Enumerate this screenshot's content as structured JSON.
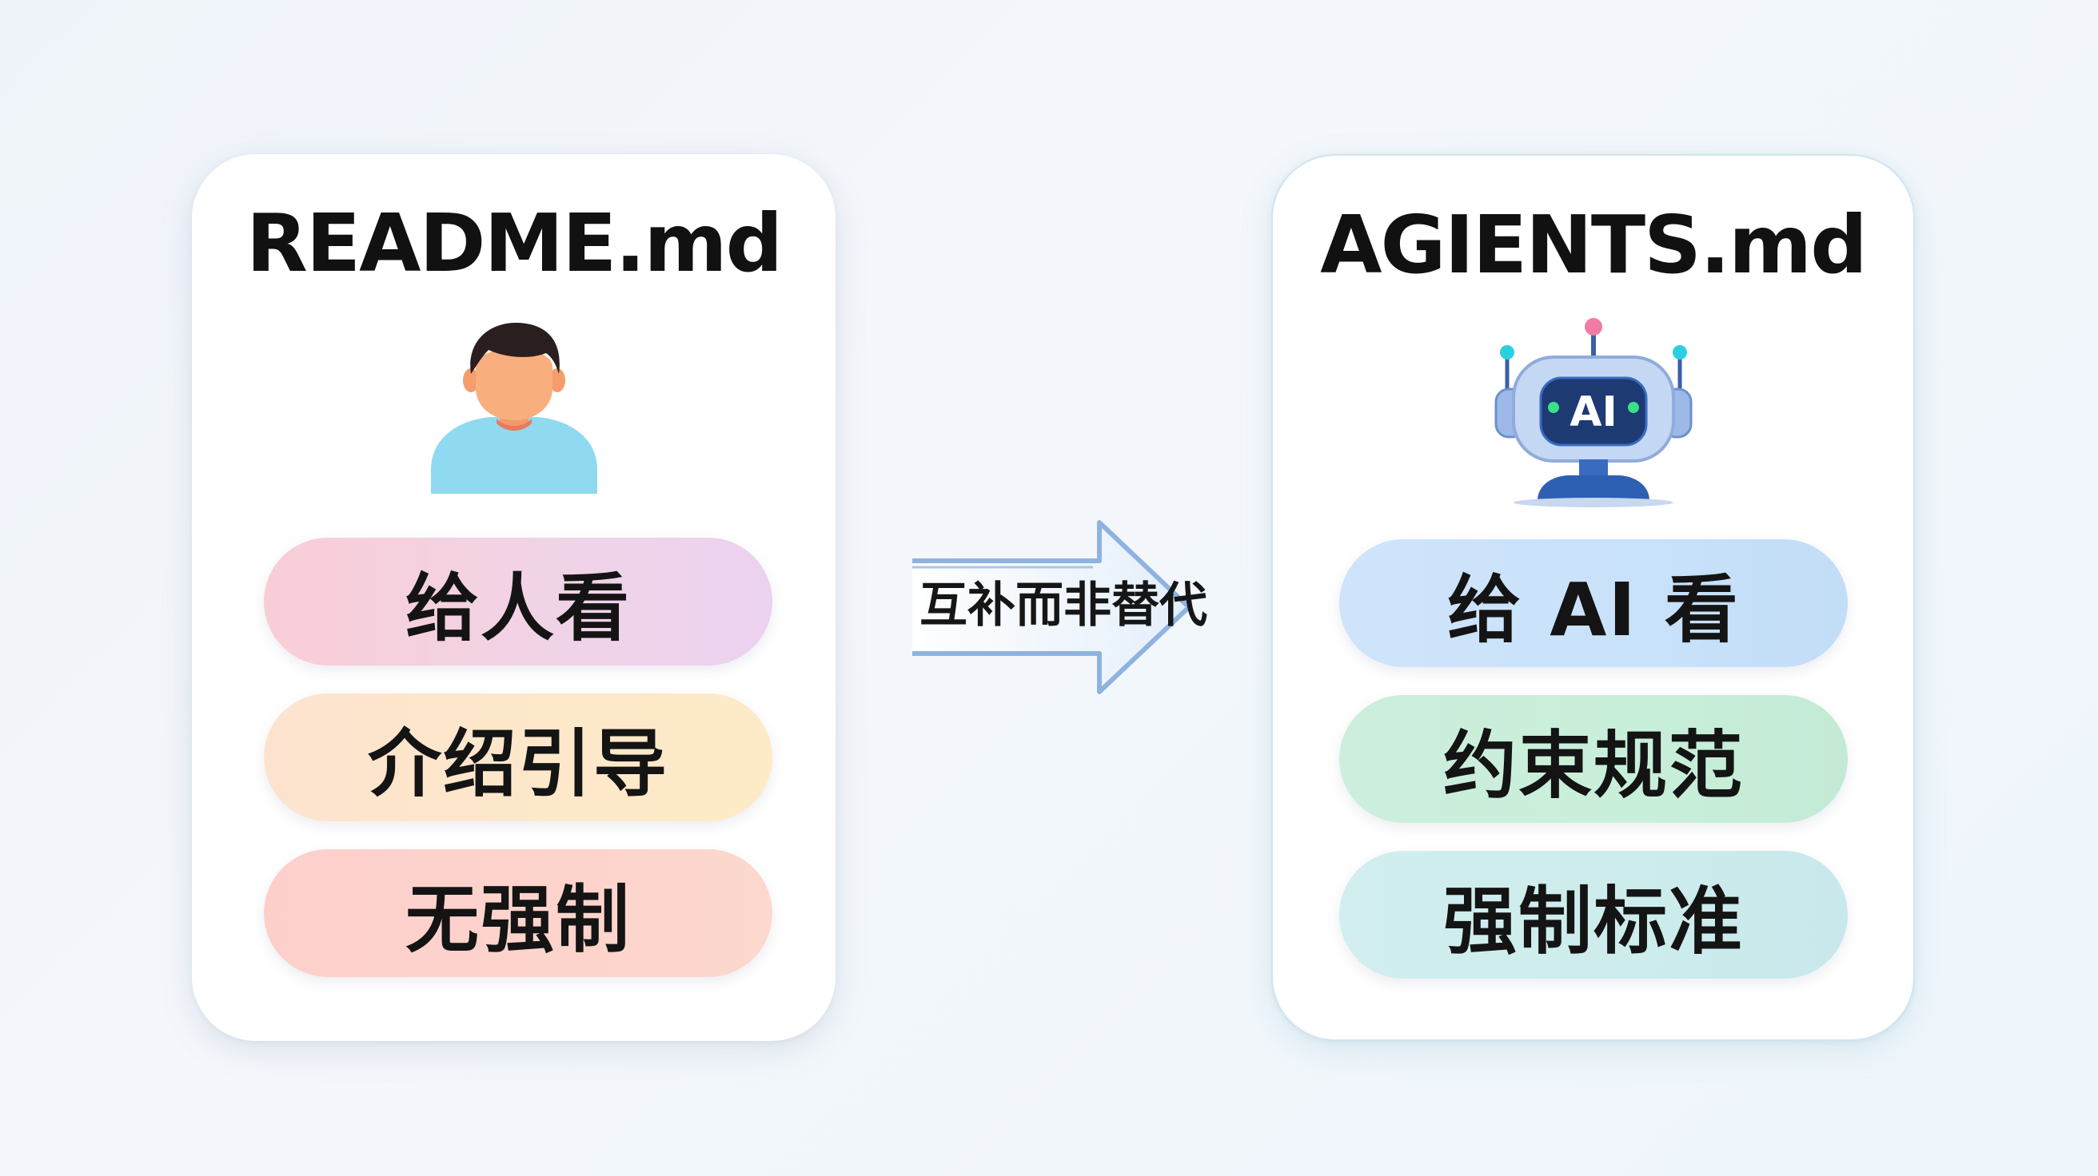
{
  "left_card": {
    "title": "README.md",
    "icon": "person-icon",
    "items": [
      "给人看",
      "介绍引导",
      "无强制"
    ]
  },
  "right_card": {
    "title": "AGIENTS.md",
    "icon": "robot-icon",
    "robot_badge": "AI",
    "items": [
      "给 AI 看",
      "约束规范",
      "强制标准"
    ]
  },
  "connector": {
    "label": "互补而非替代",
    "icon": "right-arrow-icon"
  },
  "colors": {
    "pill_pink": "#f4d0de",
    "pill_peach": "#fde6cb",
    "pill_salmon": "#fdd2cc",
    "pill_blue": "#cae2f9",
    "pill_green": "#c8eed9",
    "pill_teal": "#cdecec",
    "robot_body": "#bcd3f2",
    "robot_screen": "#1d3a73",
    "robot_base": "#2f5fb3",
    "person_shirt": "#8fdaf0",
    "person_skin": "#f9ae7e",
    "person_hair": "#2b1e1e"
  }
}
